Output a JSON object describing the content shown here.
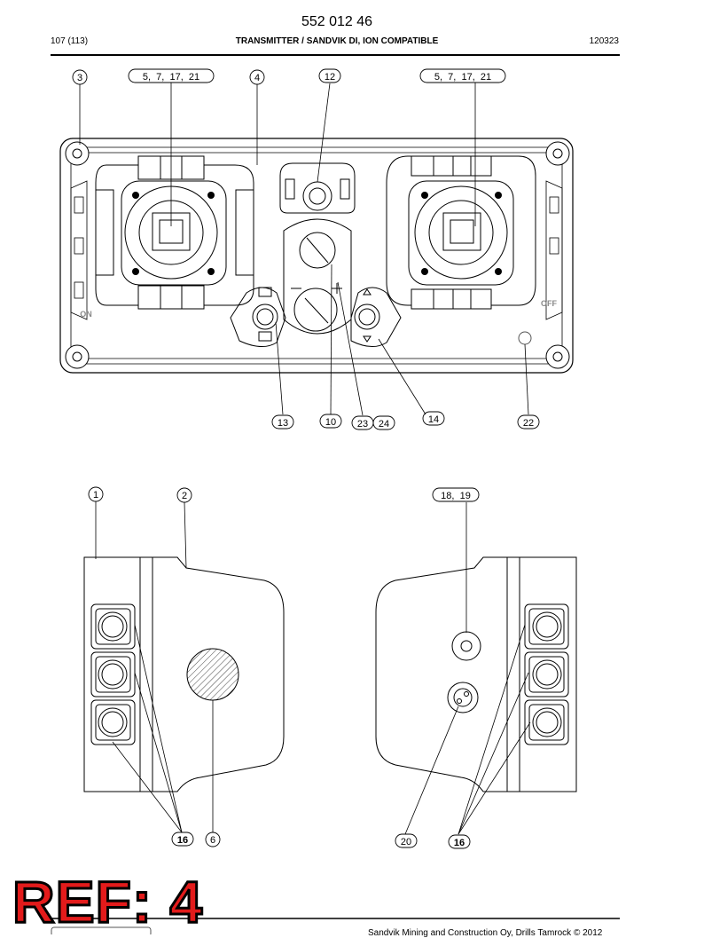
{
  "header": {
    "part_number": "552 012 46",
    "page": "107 (113)",
    "title": "TRANSMITTER / SANDVIK DI, ION COMPATIBLE",
    "code": "120323"
  },
  "callouts_top": {
    "c3": "3",
    "c5a": "5,  7,  17,  21",
    "c4": "4",
    "c12": "12",
    "c5b": "5,  7,  17,  21",
    "c13": "13",
    "c10": "10",
    "c23": "23",
    "c24": "24",
    "c14": "14",
    "c22": "22"
  },
  "panel_labels": {
    "on": "ON",
    "off": "OFF"
  },
  "callouts_bottom": {
    "c1": "1",
    "c2": "2",
    "c18": "18,  19",
    "c16a": "16",
    "c6": "6",
    "c20": "20",
    "c16b": "16"
  },
  "stamp": {
    "text": "REF: 4"
  },
  "footer": {
    "text": "Sandvik Mining and Construction Oy, Drills Tamrock © 2012"
  }
}
